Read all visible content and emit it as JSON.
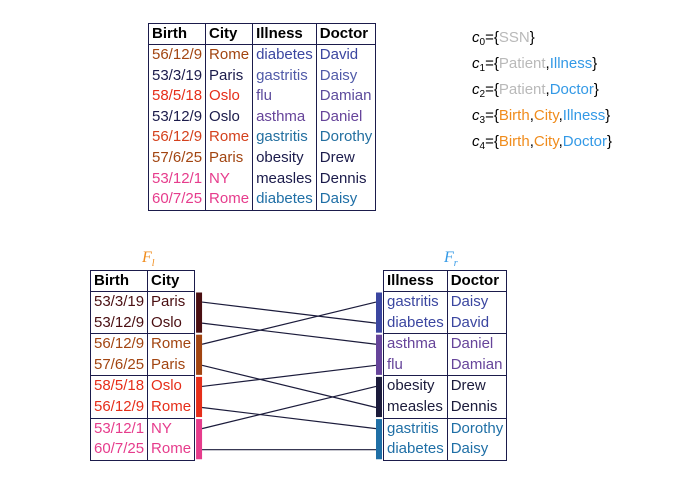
{
  "colors": {
    "orange": "#f08c1c",
    "blue": "#3399e6",
    "gray": "#b9b9b9",
    "dark": "#1b1b4b",
    "rome1": "#a24511",
    "rome2": "#d4411d",
    "oslo1": "#e62e1a",
    "ny": "#e63c8c",
    "diabetes": "#3b46a0",
    "gastritis1": "#505aa8",
    "flu": "#5c4b9c",
    "asthma": "#66449a",
    "gastritis2": "#236fa0",
    "diabetes2": "#1f6fa6"
  },
  "main_table": {
    "headers": [
      "Birth",
      "City",
      "Illness",
      "Doctor"
    ],
    "rows": [
      {
        "birth": "56/12/9",
        "city": "Rome",
        "illness": "diabetes",
        "doctor": "David"
      },
      {
        "birth": "53/3/19",
        "city": "Paris",
        "illness": "gastritis",
        "doctor": "Daisy"
      },
      {
        "birth": "58/5/18",
        "city": "Oslo",
        "illness": "flu",
        "doctor": "Damian"
      },
      {
        "birth": "53/12/9",
        "city": "Oslo",
        "illness": "asthma",
        "doctor": "Daniel"
      },
      {
        "birth": "56/12/9",
        "city": "Rome",
        "illness": "gastritis",
        "doctor": "Dorothy"
      },
      {
        "birth": "57/6/25",
        "city": "Paris",
        "illness": "obesity",
        "doctor": "Drew"
      },
      {
        "birth": "53/12/1",
        "city": "NY",
        "illness": "measles",
        "doctor": "Dennis"
      },
      {
        "birth": "60/7/25",
        "city": "Rome",
        "illness": "diabetes",
        "doctor": "Daisy"
      }
    ]
  },
  "constraints": [
    {
      "name": "c",
      "sub": "0",
      "attrs": [
        {
          "text": "SSN",
          "color": "gray"
        }
      ]
    },
    {
      "name": "c",
      "sub": "1",
      "attrs": [
        {
          "text": "Patient",
          "color": "gray"
        },
        {
          "text": "Illness",
          "color": "blue"
        }
      ]
    },
    {
      "name": "c",
      "sub": "2",
      "attrs": [
        {
          "text": "Patient",
          "color": "gray"
        },
        {
          "text": "Doctor",
          "color": "blue"
        }
      ]
    },
    {
      "name": "c",
      "sub": "3",
      "attrs": [
        {
          "text": "Birth",
          "color": "orange"
        },
        {
          "text": "City",
          "color": "orange"
        },
        {
          "text": "Illness",
          "color": "blue"
        }
      ]
    },
    {
      "name": "c",
      "sub": "4",
      "attrs": [
        {
          "text": "Birth",
          "color": "orange"
        },
        {
          "text": "City",
          "color": "orange"
        },
        {
          "text": "Doctor",
          "color": "blue"
        }
      ]
    }
  ],
  "fragments": {
    "left": {
      "label": "F",
      "sub": "l",
      "color": "#f08c1c"
    },
    "right": {
      "label": "F",
      "sub": "r",
      "color": "#3399e6"
    }
  },
  "left_table": {
    "headers": [
      "Birth",
      "City"
    ],
    "rows": [
      {
        "birth": "53/3/19",
        "city": "Paris"
      },
      {
        "birth": "53/12/9",
        "city": "Oslo"
      },
      {
        "birth": "56/12/9",
        "city": "Rome"
      },
      {
        "birth": "57/6/25",
        "city": "Paris"
      },
      {
        "birth": "58/5/18",
        "city": "Oslo"
      },
      {
        "birth": "56/12/9",
        "city": "Rome"
      },
      {
        "birth": "53/12/1",
        "city": "NY"
      },
      {
        "birth": "60/7/25",
        "city": "Rome"
      }
    ]
  },
  "right_table": {
    "headers": [
      "Illness",
      "Doctor"
    ],
    "rows": [
      {
        "illness": "gastritis",
        "doctor": "Daisy"
      },
      {
        "illness": "diabetes",
        "doctor": "David"
      },
      {
        "illness": "asthma",
        "doctor": "Daniel"
      },
      {
        "illness": "flu",
        "doctor": "Damian"
      },
      {
        "illness": "obesity",
        "doctor": "Drew"
      },
      {
        "illness": "measles",
        "doctor": "Dennis"
      },
      {
        "illness": "gastritis",
        "doctor": "Dorothy"
      },
      {
        "illness": "diabetes",
        "doctor": "Daisy"
      }
    ]
  },
  "groups": {
    "left": [
      "#4a0f12",
      "#a24511",
      "#e62e1a",
      "#e63c8c"
    ],
    "right": [
      "#3b46a0",
      "#66449a",
      "#1b1b3b",
      "#1f6fa6"
    ]
  },
  "links": [
    [
      0,
      1
    ],
    [
      1,
      2
    ],
    [
      2,
      0
    ],
    [
      3,
      5
    ],
    [
      4,
      3
    ],
    [
      5,
      6
    ],
    [
      6,
      4
    ],
    [
      7,
      7
    ]
  ]
}
